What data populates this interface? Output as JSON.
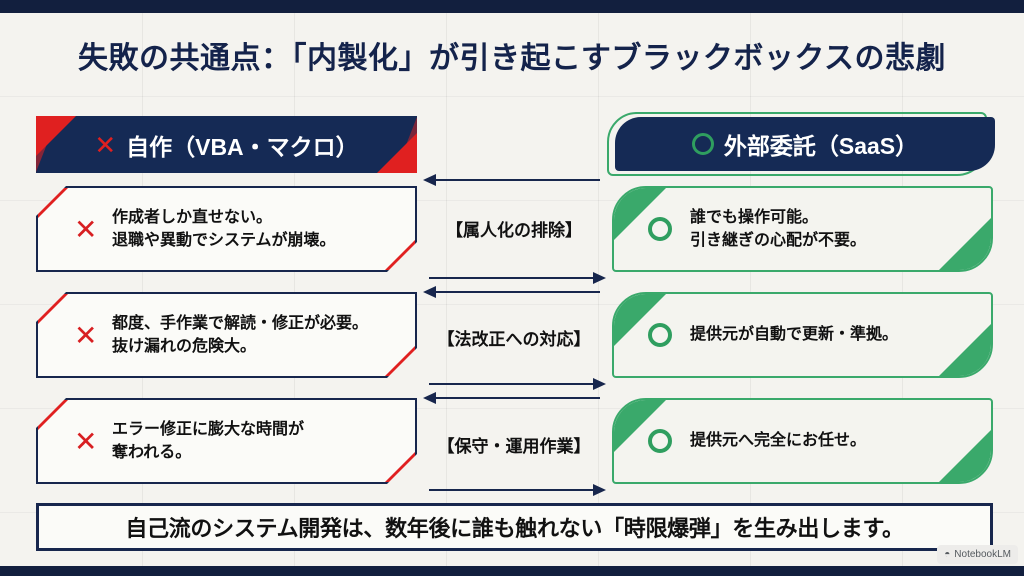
{
  "slide": {
    "title": "失敗の共通点：「内製化」が引き起こすブラックボックスの悲劇",
    "headers": {
      "left": {
        "mark": "✕",
        "label": "自作（VBA・マクロ）"
      },
      "right": {
        "mark": "○",
        "label": "外部委託（SaaS）"
      }
    },
    "rows": [
      {
        "center_label": "【属人化の排除】",
        "left": {
          "mark": "✕",
          "line1": "作成者しか直せない。",
          "line2": "退職や異動でシステムが崩壊。"
        },
        "right": {
          "mark": "○",
          "line1": "誰でも操作可能。",
          "line2": "引き継ぎの心配が不要。"
        }
      },
      {
        "center_label": "【法改正への対応】",
        "left": {
          "mark": "✕",
          "line1": "都度、手作業で解読・修正が必要。",
          "line2": "抜け漏れの危険大。"
        },
        "right": {
          "mark": "○",
          "line1": "提供元が自動で更新・準拠。",
          "line2": ""
        }
      },
      {
        "center_label": "【保守・運用作業】",
        "left": {
          "mark": "✕",
          "line1": "エラー修正に膨大な時間が",
          "line2": "奪われる。"
        },
        "right": {
          "mark": "○",
          "line1": "提供元へ完全にお任せ。",
          "line2": ""
        }
      }
    ],
    "bottom_banner": "自己流のシステム開発は、数年後に誰も触れない「時限爆弾」を生み出します。",
    "watermark": {
      "icon": "notebooklm-icon",
      "label": "NotebookLM"
    },
    "colors": {
      "navy": "#152a55",
      "navy_dark": "#17264d",
      "red": "#e02020",
      "green": "#3aa96b",
      "background": "#f4f3ef"
    }
  }
}
